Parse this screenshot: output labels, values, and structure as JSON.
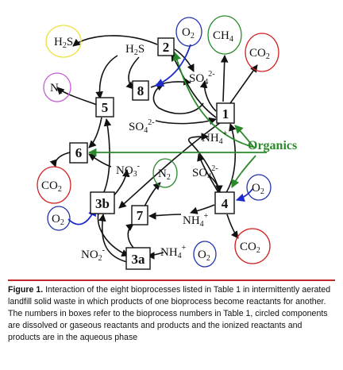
{
  "boxes": {
    "b1": "1",
    "b2": "2",
    "b3a": "3a",
    "b3b": "3b",
    "b4": "4",
    "b5": "5",
    "b6": "6",
    "b7": "7",
    "b8": "8"
  },
  "circles": {
    "h2s": {
      "main": "H",
      "sub": "2",
      "tail": "S"
    },
    "n2_left": {
      "main": "N",
      "sub": "2"
    },
    "o2_top": {
      "main": "O",
      "sub": "2"
    },
    "ch4": {
      "main": "CH",
      "sub": "4"
    },
    "co2_top": {
      "main": "CO",
      "sub": "2"
    },
    "co2_left": {
      "main": "CO",
      "sub": "2"
    },
    "n2_mid": {
      "main": "N",
      "sub": "2"
    },
    "o2_right": {
      "main": "O",
      "sub": "2"
    },
    "o2_left": {
      "main": "O",
      "sub": "2"
    },
    "o2_bottom": {
      "main": "O",
      "sub": "2"
    },
    "co2_bottom": {
      "main": "CO",
      "sub": "2"
    }
  },
  "labels": {
    "h2s_plain": {
      "main": "H",
      "sub": "2",
      "tail": "S"
    },
    "so4_upper": {
      "main": "SO",
      "sub": "4",
      "sup": "2-"
    },
    "so4_mid": {
      "main": "SO",
      "sub": "4",
      "sup": "2-"
    },
    "so4_lower": {
      "main": "SO",
      "sub": "4",
      "sup": "2-"
    },
    "nh4_upper": {
      "main": "NH",
      "sub": "4",
      "sup": "+"
    },
    "nh4_mid": {
      "main": "NH",
      "sub": "4",
      "sup": "+"
    },
    "nh4_lower": {
      "main": "NH",
      "sub": "4",
      "sup": "+"
    },
    "no3": {
      "main": "NO",
      "sub": "3",
      "sup": "-"
    },
    "no2": {
      "main": "NO",
      "sub": "2",
      "sup": "-"
    },
    "organics": "Organics"
  },
  "colors": {
    "circle_yellow": "#f0e040",
    "circle_purple": "#c060d0",
    "circle_blue": "#2233aa",
    "circle_green": "#2a8a2a",
    "circle_red": "#d02020",
    "arrow_black": "#111111",
    "arrow_green": "#2a8a2a",
    "arrow_blue": "#1a2acc",
    "caption_rule": "#c0282d"
  },
  "caption": {
    "label": "Figure 1.",
    "text": " Interaction of the eight bioprocesses listed in Table 1 in intermittently aerated landfill solid waste in which products of one bioprocess become reactants for another. The numbers in boxes refer to the bioprocess numbers in Table 1, circled components are dissolved or gaseous reactants and products and the ionized reactants and products are in the aqueous phase"
  }
}
